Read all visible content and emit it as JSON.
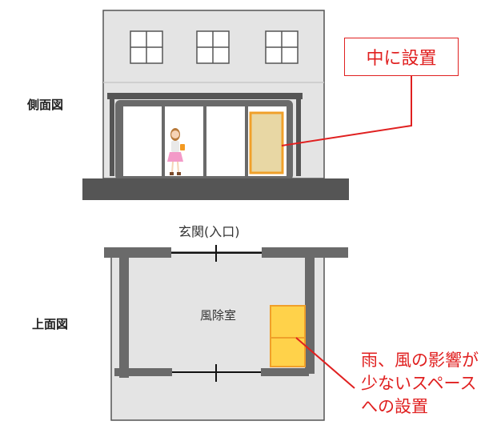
{
  "labels": {
    "side_view": "側面図",
    "top_view": "上面図",
    "entrance": "玄関(入口)",
    "vestibule": "風除室",
    "callout_inside": "中に設置",
    "note_lines": [
      "雨、風の影響が",
      "少ないスペース",
      "への設置"
    ]
  },
  "colors": {
    "building": "#e4e4e4",
    "building_outline": "#555555",
    "dark_frame": "#6a6a6a",
    "ground": "#555555",
    "unit_fill": "#e8d7a4",
    "unit_border": "#f0a02a",
    "top_unit_fill": "#ffd24a",
    "accent_red": "#e02020"
  }
}
